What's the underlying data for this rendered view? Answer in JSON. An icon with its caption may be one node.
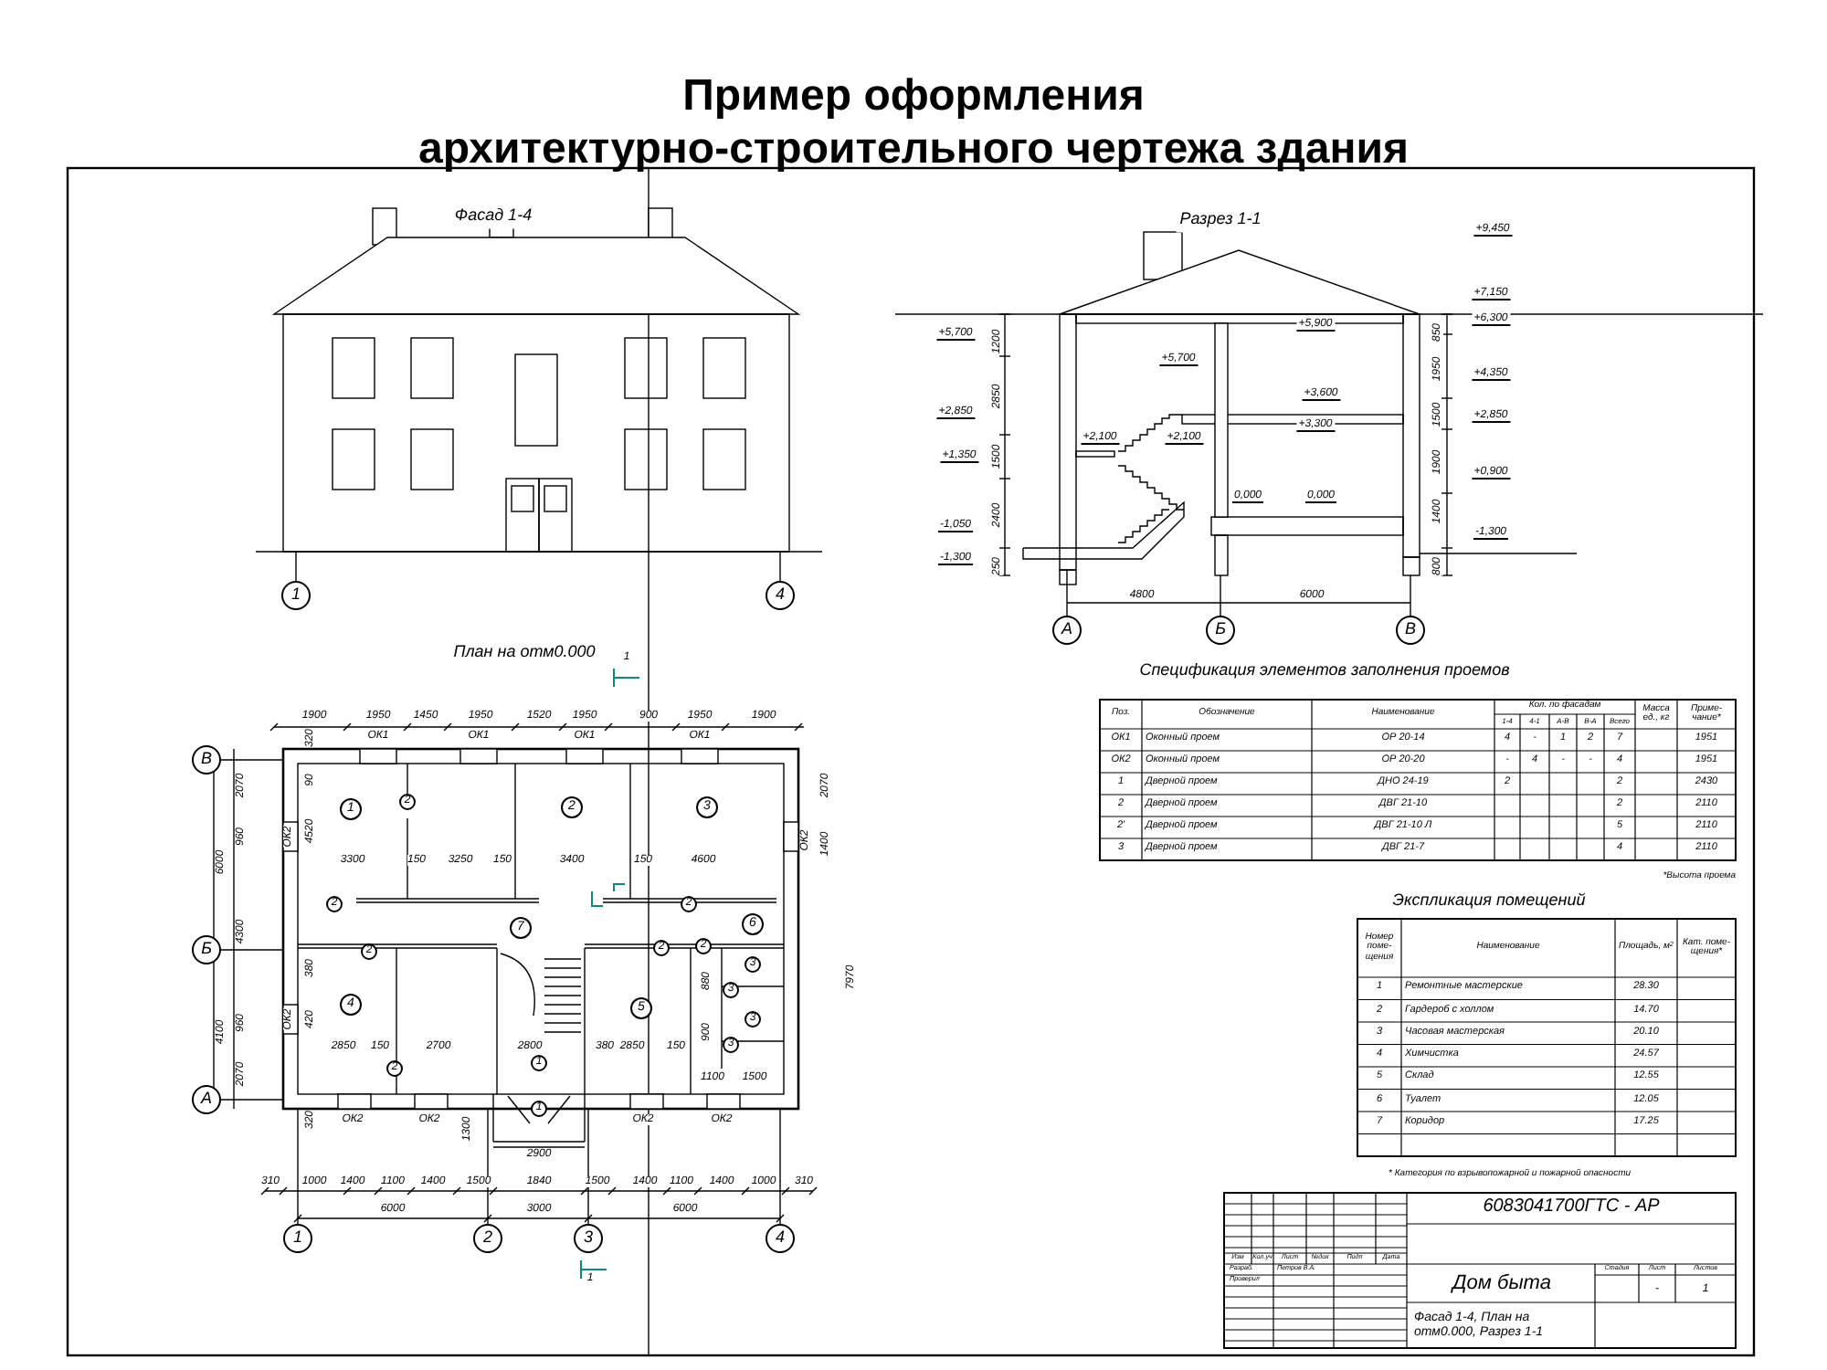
{
  "diagram": {
    "title": "Пример оформления архитектурно-строительного чертежа здания",
    "labels": [
      "Фасад 1-4",
      "1",
      "4",
      "Разрез 1-1",
      "+5,700",
      "+2,850",
      "+1,350",
      "-1,050",
      "-1,300",
      "1200",
      "2850",
      "1500",
      "2400",
      "250",
      "+5,700",
      "+5,900",
      "+3,600",
      "+3,300",
      "+2,100",
      "+2,100",
      "0,000",
      "0,000",
      "850",
      "1950",
      "1500",
      "1900",
      "1400",
      "800",
      "+9,450",
      "+7,150",
      "+6,300",
      "+4,350",
      "+2,850",
      "+0,900",
      "-1,300",
      "4800",
      "6000",
      "А",
      "Б",
      "В",
      "План на отм0.000",
      "1",
      "1900",
      "1950",
      "1450",
      "1950",
      "1520",
      "1950",
      "900",
      "1950",
      "1900",
      "ОК1",
      "ОК1",
      "ОК1",
      "ОК1",
      "В",
      "Б",
      "А",
      "2070",
      "960",
      "4300",
      "960",
      "2070",
      "6000",
      "4100",
      "ОК2",
      "ОК2",
      "320",
      "90",
      "4520",
      "380",
      "420",
      "320",
      "1",
      "2",
      "3",
      "7",
      "6",
      "4",
      "5",
      "2",
      "2",
      "2",
      "2",
      "2",
      "2",
      "2",
      "1",
      "1",
      "3",
      "3",
      "3",
      "3",
      "3300",
      "150",
      "3250",
      "150",
      "3400",
      "150",
      "4600",
      "2850",
      "150",
      "2700",
      "2800",
      "380",
      "2850",
      "150",
      "1100",
      "1500",
      "880",
      "900",
      "ОК2",
      "ОК2",
      "ОК2",
      "ОК2",
      "1300",
      "2900",
      "ОК2",
      "2070",
      "1400",
      "7970",
      "310",
      "1000",
      "1400",
      "1100",
      "1400",
      "1500",
      "1840",
      "1500",
      "1400",
      "1100",
      "1400",
      "1000",
      "310",
      "6000",
      "3000",
      "6000",
      "1",
      "2",
      "3",
      "4",
      "1",
      "Спецификация элементов заполнения проемов",
      "Поз.",
      "Обозначение",
      "Наименование",
      "Кол. по фасадам",
      "Масса ед., кг",
      "Приме- чание*",
      "1-4",
      "4-1",
      "А-В",
      "В-А",
      "Всего",
      "ОК1",
      "Оконный проем",
      "ОР 20-14",
      "4",
      "-",
      "1",
      "2",
      "7",
      "1951",
      "ОК2",
      "Оконный проем",
      "ОР 20-20",
      "-",
      "4",
      "-",
      "-",
      "4",
      "1951",
      "1",
      "Дверной проем",
      "ДНО 24-19",
      "2",
      "2",
      "2430",
      "2",
      "Дверной проем",
      "ДВГ 21-10",
      "2",
      "2110",
      "2'",
      "Дверной проем",
      "ДВГ 21-10 Л",
      "5",
      "2110",
      "3",
      "Дверной проем",
      "ДВГ 21-7",
      "4",
      "2110",
      "*Высота проема",
      "Экспликация помещений",
      "Номер поме- щения",
      "Наименование",
      "Площадь, м$^{2}$",
      "Кат. поме- щения*",
      "1",
      "Ремонтные мастерские",
      "28.30",
      "2",
      "Гардероб с холлом",
      "14.70",
      "3",
      "Часовая мастерская",
      "20.10",
      "4",
      "Химчистка",
      "24.57",
      "5",
      "Склад",
      "12.55",
      "6",
      "Туалет",
      "12.05",
      "7",
      "Коридор",
      "17.25",
      "* Категория по взрывопожарной и пожарной опасности",
      "6083041700ГТС - АР",
      "Изм",
      "Кол.уч",
      "Лист",
      "№док",
      "Подп",
      "Дата",
      "Разраб.",
      "Петров В.А.",
      "Проверил",
      "Дом быта",
      "Стадия",
      "Лист",
      "Листов",
      "-",
      "1",
      "Фасад 1-4, План на отм0.000, Разрез 1-1"
    ]
  }
}
